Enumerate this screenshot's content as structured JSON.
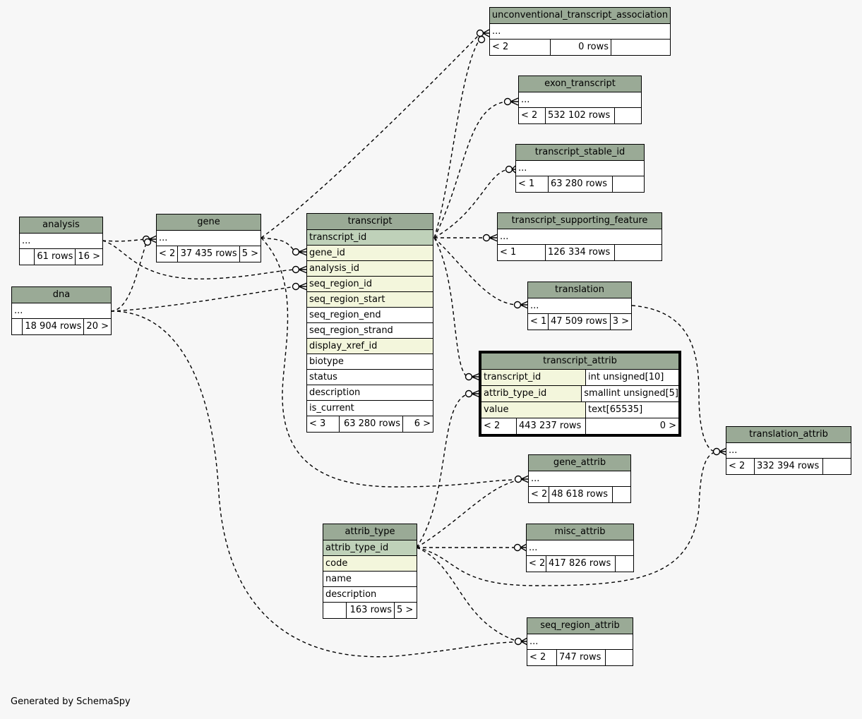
{
  "tables": {
    "analysis": {
      "name": "analysis",
      "cols": [
        "..."
      ],
      "stats": [
        "",
        "61 rows",
        "16 >"
      ]
    },
    "dna": {
      "name": "dna",
      "cols": [
        "..."
      ],
      "stats": [
        "",
        "18 904 rows",
        "20 >"
      ]
    },
    "gene": {
      "name": "gene",
      "cols": [
        "..."
      ],
      "stats": [
        "< 2",
        "37 435 rows",
        "5 >"
      ]
    },
    "transcript": {
      "name": "transcript",
      "cols": [
        "transcript_id",
        "gene_id",
        "analysis_id",
        "seq_region_id",
        "seq_region_start",
        "seq_region_end",
        "seq_region_strand",
        "display_xref_id",
        "biotype",
        "status",
        "description",
        "is_current"
      ],
      "stats": [
        "< 3",
        "63 280 rows",
        "6 >"
      ]
    },
    "uta": {
      "name": "unconventional_transcript_association",
      "cols": [
        "..."
      ],
      "stats": [
        "< 2",
        "0 rows",
        ""
      ]
    },
    "exon_transcript": {
      "name": "exon_transcript",
      "cols": [
        "..."
      ],
      "stats": [
        "< 2",
        "532 102 rows",
        ""
      ]
    },
    "transcript_stable_id": {
      "name": "transcript_stable_id",
      "cols": [
        "..."
      ],
      "stats": [
        "< 1",
        "63 280 rows",
        ""
      ]
    },
    "tsf": {
      "name": "transcript_supporting_feature",
      "cols": [
        "..."
      ],
      "stats": [
        "< 1",
        "126 334 rows",
        ""
      ]
    },
    "translation": {
      "name": "translation",
      "cols": [
        "..."
      ],
      "stats": [
        "< 1",
        "47 509 rows",
        "3 >"
      ]
    },
    "transcript_attrib": {
      "name": "transcript_attrib",
      "cols": [
        [
          "transcript_id",
          "int unsigned[10]"
        ],
        [
          "attrib_type_id",
          "smallint unsigned[5]"
        ],
        [
          "value",
          "text[65535]"
        ]
      ],
      "stats": [
        "< 2",
        "443 237 rows",
        "0 >"
      ]
    },
    "translation_attrib": {
      "name": "translation_attrib",
      "cols": [
        "..."
      ],
      "stats": [
        "< 2",
        "332 394 rows",
        ""
      ]
    },
    "gene_attrib": {
      "name": "gene_attrib",
      "cols": [
        "..."
      ],
      "stats": [
        "< 2",
        "48 618 rows",
        ""
      ]
    },
    "attrib_type": {
      "name": "attrib_type",
      "cols": [
        "attrib_type_id",
        "code",
        "name",
        "description"
      ],
      "stats": [
        "",
        "163 rows",
        "5 >"
      ]
    },
    "misc_attrib": {
      "name": "misc_attrib",
      "cols": [
        "..."
      ],
      "stats": [
        "< 2",
        "417 826 rows",
        ""
      ]
    },
    "seq_region_attrib": {
      "name": "seq_region_attrib",
      "cols": [
        "..."
      ],
      "stats": [
        "< 2",
        "747 rows",
        ""
      ]
    }
  },
  "footer": "Generated by SchemaSpy"
}
